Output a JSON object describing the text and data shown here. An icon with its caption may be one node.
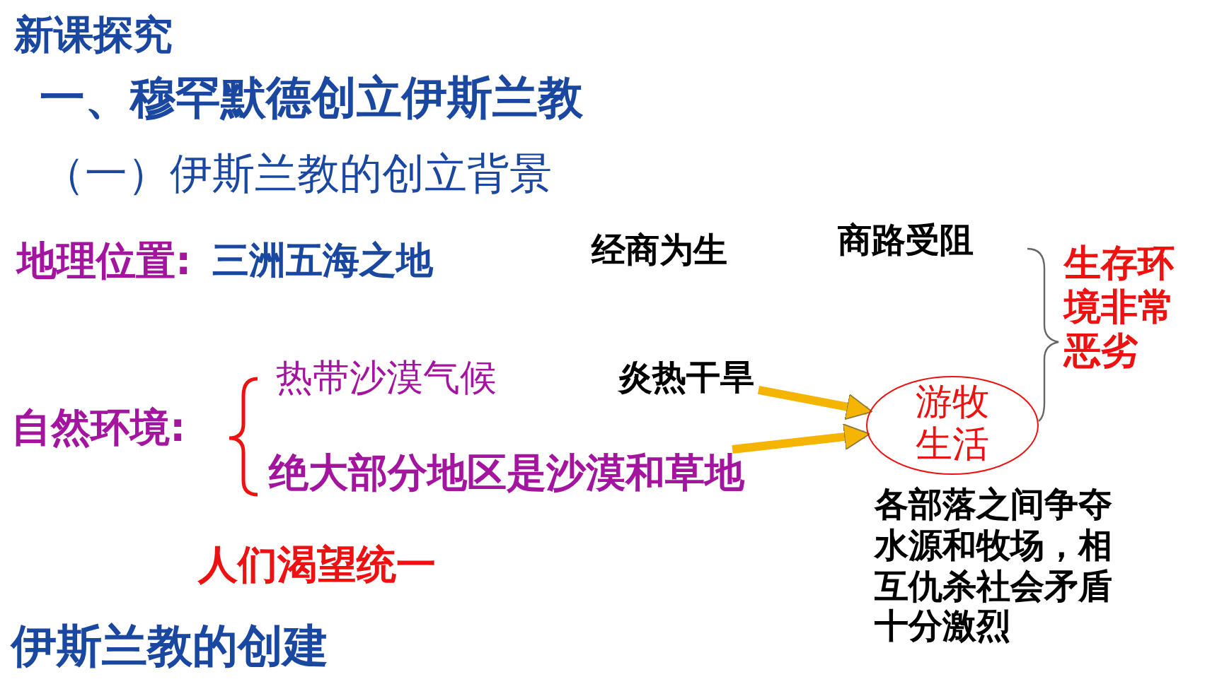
{
  "diagram": {
    "title": "新课探究",
    "nodes": [
      {
        "text": [
          "炎热干旱"
        ]
      },
      {
        "text": [
          "绝大部分地区是沙漠和草地"
        ]
      },
      {
        "text": [
          "游牧生活"
        ]
      }
    ],
    "edges": [
      {
        "from": 0,
        "to": 2,
        "arrow": "to"
      },
      {
        "from": 1,
        "to": 2,
        "arrow": "to"
      }
    ],
    "labels": [
      "一、穆罕默德创立伊斯兰教",
      "（一）伊斯兰教的创立背景",
      "地理位置:",
      "三洲五海之地",
      "经商为生",
      "商路受阻",
      "生存环境非常恶劣",
      "自然环境:",
      "热带沙漠气候",
      "各部落之间争夺水源和牧场，相互仇杀社会矛盾十分激烈",
      "人们渴望统一",
      "伊斯兰教的创建"
    ]
  }
}
